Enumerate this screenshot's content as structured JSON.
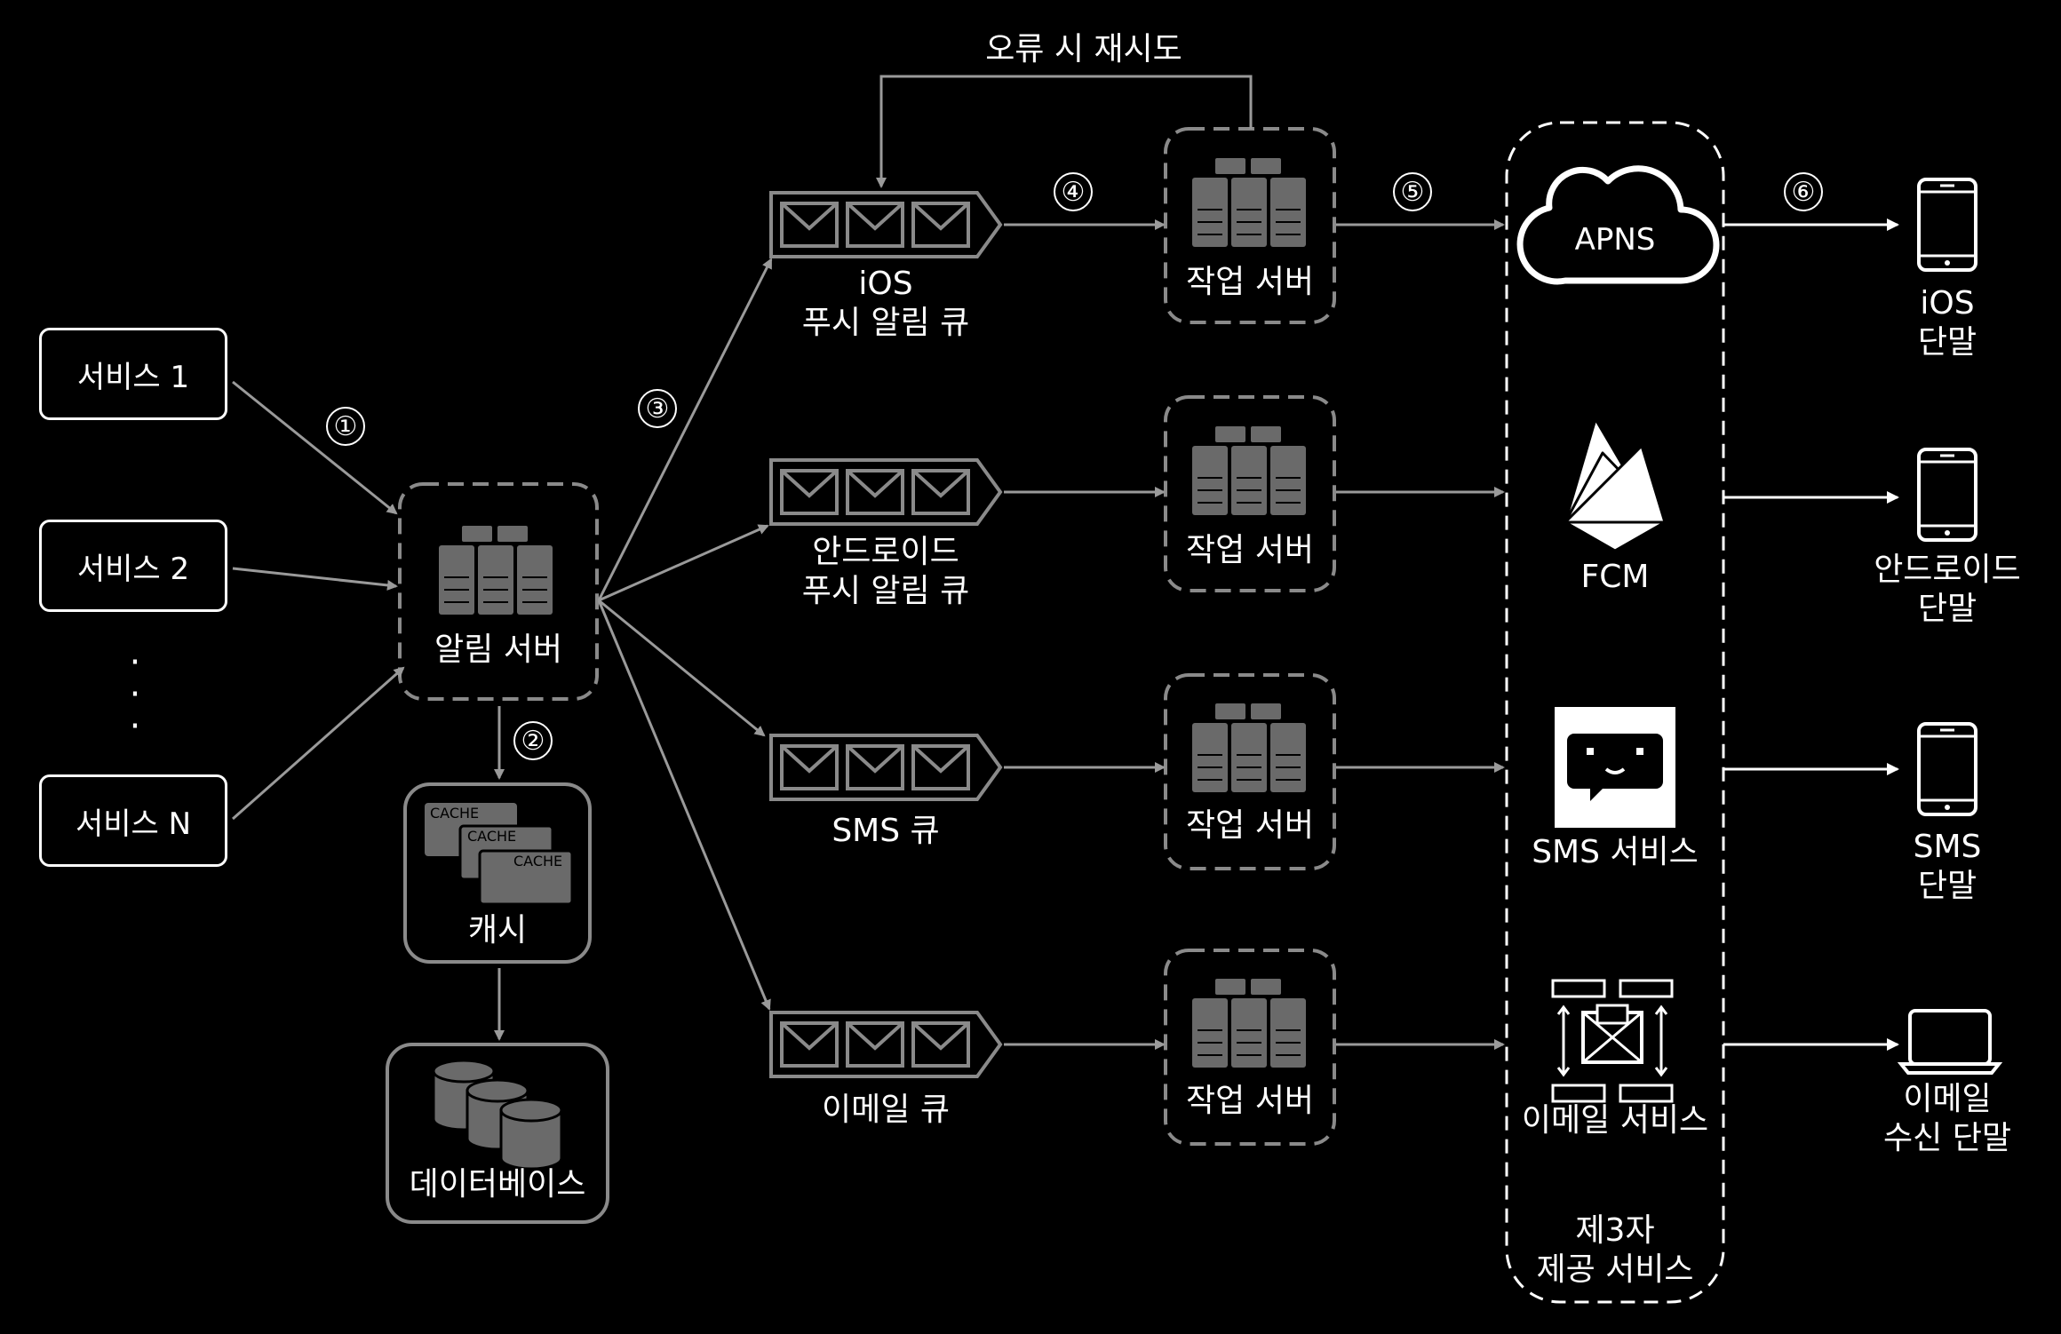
{
  "services": [
    {
      "label": "서비스 1"
    },
    {
      "label": "서비스 2"
    },
    {
      "label": "서비스 N"
    }
  ],
  "ellipsis": "·\n·\n·",
  "steps": [
    "①",
    "②",
    "③",
    "④",
    "⑤",
    "⑥"
  ],
  "notification_server": {
    "label": "알림 서버"
  },
  "cache": {
    "label": "캐시",
    "tags": [
      "CACHE",
      "CACHE",
      "CACHE"
    ]
  },
  "database": {
    "label": "데이터베이스"
  },
  "retry_label": "오류 시 재시도",
  "queues": [
    {
      "line1": "iOS",
      "line2": "푸시 알림 큐"
    },
    {
      "line1": "안드로이드",
      "line2": "푸시 알림 큐"
    },
    {
      "line1": "SMS 큐",
      "line2": ""
    },
    {
      "line1": "이메일 큐",
      "line2": ""
    }
  ],
  "workers": [
    {
      "label": "작업 서버"
    },
    {
      "label": "작업 서버"
    },
    {
      "label": "작업 서버"
    },
    {
      "label": "작업 서버"
    }
  ],
  "providers": {
    "group_label_line1": "제3자",
    "group_label_line2": "제공 서비스",
    "items": [
      {
        "label": "APNS",
        "icon": "cloud-icon"
      },
      {
        "label": "FCM",
        "icon": "firebase-icon"
      },
      {
        "label": "SMS 서비스",
        "icon": "chat-bubble-icon"
      },
      {
        "label": "이메일 서비스",
        "icon": "email-server-icon"
      }
    ]
  },
  "devices": [
    {
      "line1": "iOS",
      "line2": "단말",
      "icon": "phone-icon"
    },
    {
      "line1": "안드로이드",
      "line2": "단말",
      "icon": "phone-icon"
    },
    {
      "line1": "SMS",
      "line2": "단말",
      "icon": "phone-icon"
    },
    {
      "line1": "이메일",
      "line2": "수신 단말",
      "icon": "laptop-icon"
    }
  ],
  "colors": {
    "background": "#000000",
    "foreground": "#ffffff",
    "gray": "#8a8a8a",
    "server_fill": "#6a6a6a",
    "stroke_gray": "#b0b0b0"
  }
}
